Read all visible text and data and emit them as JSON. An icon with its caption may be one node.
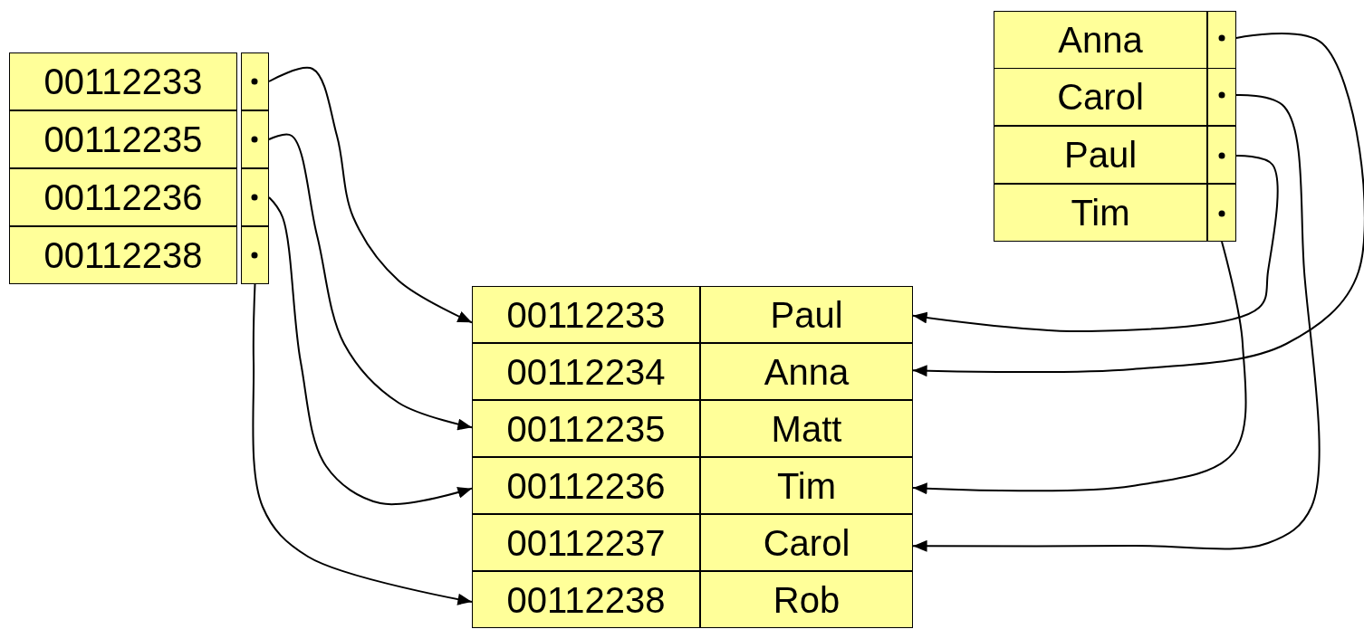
{
  "diagram": {
    "nodes": [
      {
        "text": [
          "00112233"
        ]
      },
      {
        "text": [],
        "shape": "box"
      },
      {
        "text": [
          "00112235"
        ]
      },
      {
        "text": [],
        "shape": "box"
      },
      {
        "text": [
          "00112236"
        ]
      },
      {
        "text": [],
        "shape": "box"
      },
      {
        "text": [
          "00112238"
        ]
      },
      {
        "text": [],
        "shape": "box"
      },
      {
        "text": [
          "Anna"
        ]
      },
      {
        "text": [],
        "shape": "box"
      },
      {
        "text": [
          "Carol"
        ]
      },
      {
        "text": [],
        "shape": "box"
      },
      {
        "text": [
          "Paul"
        ]
      },
      {
        "text": [],
        "shape": "box"
      },
      {
        "text": [
          "Tim"
        ]
      },
      {
        "text": [],
        "shape": "box"
      },
      {
        "text": [
          "00112233"
        ]
      },
      {
        "text": [
          "Paul"
        ]
      },
      {
        "text": [
          "00112234"
        ]
      },
      {
        "text": [
          "Anna"
        ]
      },
      {
        "text": [
          "00112235"
        ]
      },
      {
        "text": [
          "Matt"
        ]
      },
      {
        "text": [
          "00112236"
        ]
      },
      {
        "text": [
          "Tim"
        ]
      },
      {
        "text": [
          "00112237"
        ]
      },
      {
        "text": [
          "Carol"
        ]
      },
      {
        "text": [
          "00112238"
        ]
      },
      {
        "text": [
          "Rob"
        ]
      }
    ],
    "edges": [
      {
        "from": 1,
        "to": 16,
        "arrow": "to"
      },
      {
        "from": 3,
        "to": 20,
        "arrow": "to"
      },
      {
        "from": 5,
        "to": 22,
        "arrow": "to"
      },
      {
        "from": 7,
        "to": 26,
        "arrow": "to"
      },
      {
        "from": 9,
        "to": 19,
        "arrow": "to"
      },
      {
        "from": 11,
        "to": 25,
        "arrow": "to"
      },
      {
        "from": 13,
        "to": 17,
        "arrow": "to"
      },
      {
        "from": 15,
        "to": 23,
        "arrow": "to"
      }
    ]
  }
}
